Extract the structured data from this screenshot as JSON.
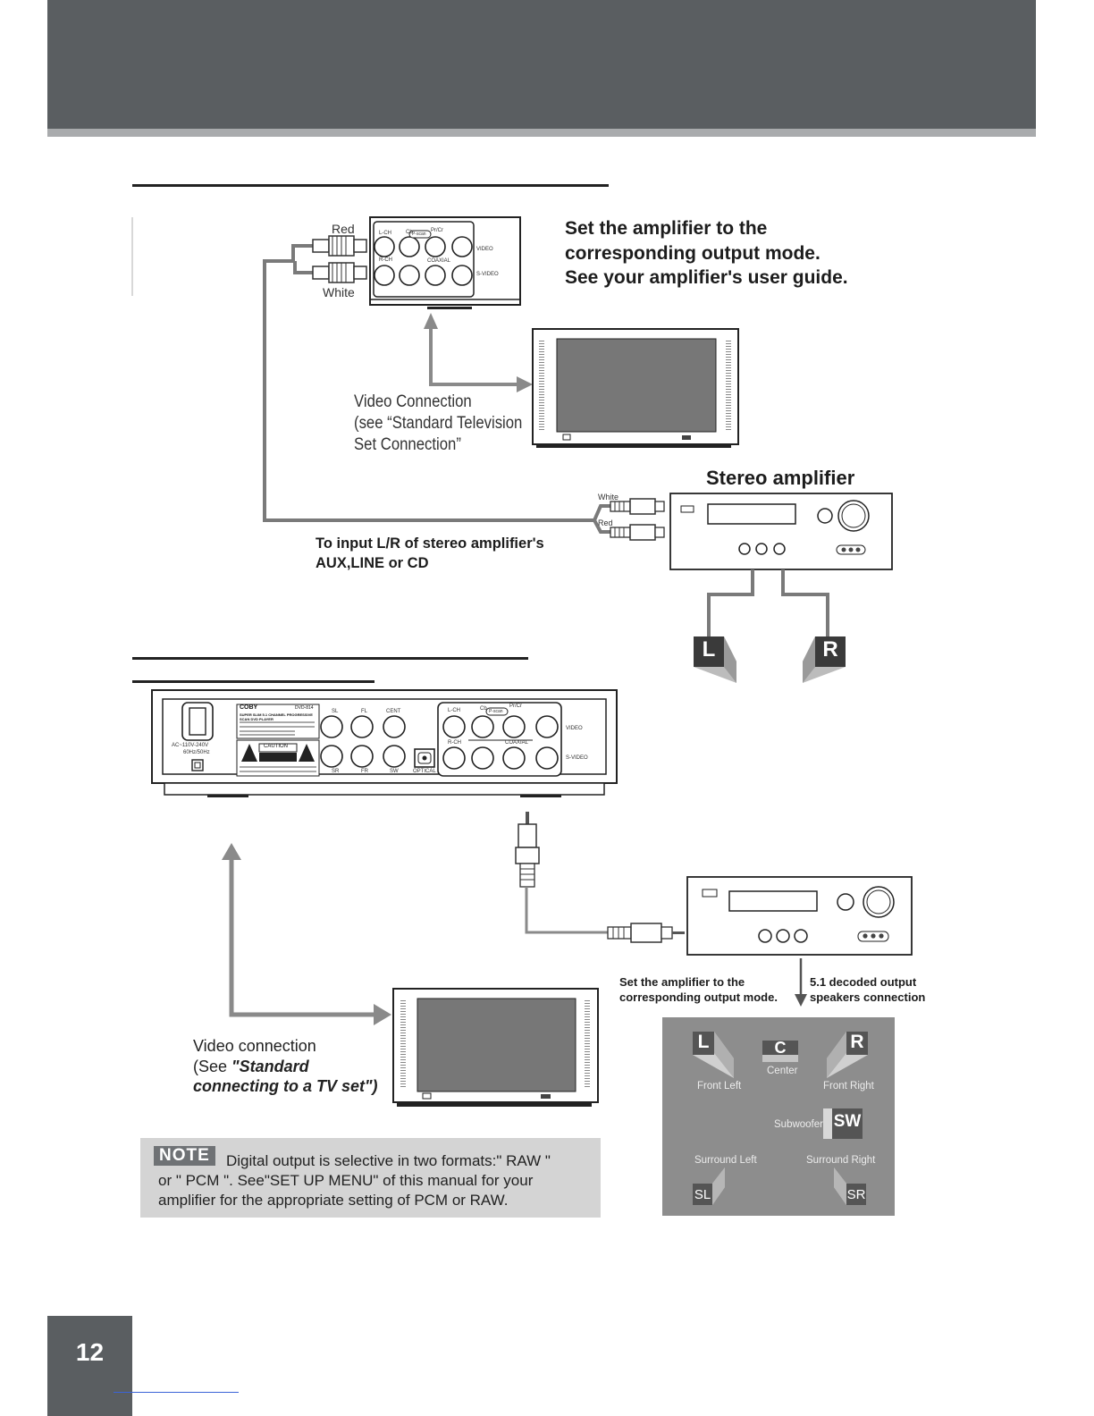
{
  "instructions": {
    "line1": "Set the amplifier to the",
    "line2": "corresponding output mode.",
    "line3": "See your amplifier's user guide."
  },
  "stereo_section": {
    "cable_top": "Red",
    "cable_bottom": "White",
    "player_jacks": {
      "lch": "L-CH",
      "rch": "R-CH",
      "cb": "Cb",
      "crpr": "Pr/Cr",
      "pscan": "P-scan",
      "coaxial": "COAXIAL",
      "video": "VIDEO",
      "svideo": "S-VIDEO"
    },
    "video_connection": {
      "line1": "Video Connection",
      "line2": "(see “Standard Television",
      "line3": "Set Connection”"
    },
    "amplifier_title": "Stereo amplifier",
    "amp_input_white": "White",
    "amp_input_red": "Red",
    "input_note": {
      "line1": "To input L/R of stereo amplifier's",
      "line2": "AUX,LINE or CD"
    },
    "speaker_left": "L",
    "speaker_right": "R"
  },
  "surround_section": {
    "player": {
      "brand": "COBY",
      "model": "DVD-814",
      "desc1": "SUPER SLIM 5.1 CHANNEL PROGRESSIVE",
      "desc2": "SCAN DVD PLAYER",
      "power1": "AC~110V-240V",
      "power2": "60Hz/50Hz",
      "caution": "CAUTION",
      "jacks": [
        "SL",
        "FL",
        "CENT",
        "SR",
        "FR",
        "SW",
        "OPTICAL",
        "L-CH",
        "R-CH",
        "Cb",
        "Pr/Cr",
        "P-scan",
        "COAXIAL",
        "VIDEO",
        "S-VIDEO"
      ]
    },
    "video_connection": {
      "line1": "Video connection",
      "line2_prefix": "(See ",
      "line2_italic": "\"Standard",
      "line3_italic": "connecting to a TV set\")"
    },
    "amp_note": {
      "line1": "Set the amplifier to the",
      "line2": "corresponding output mode."
    },
    "speaker_note": {
      "line1": "5.1 decoded output",
      "line2": "speakers connection"
    },
    "speakers": {
      "L": "L",
      "C": "C",
      "R": "R",
      "SW": "SW",
      "SL": "SL",
      "SR": "SR",
      "front_left": "Front Left",
      "center": "Center",
      "front_right": "Front Right",
      "subwoofer": "Subwoofer",
      "surround_left": "Surround Left",
      "surround_right": "Surround Right"
    }
  },
  "note": {
    "badge": "NOTE",
    "line1": "Digital output is selective in two formats:\" RAW \"",
    "line2": "or \" PCM \". See\"SET UP MENU\" of this manual for your",
    "line3": "amplifier for the appropriate setting of PCM or RAW."
  },
  "page_number": "12"
}
